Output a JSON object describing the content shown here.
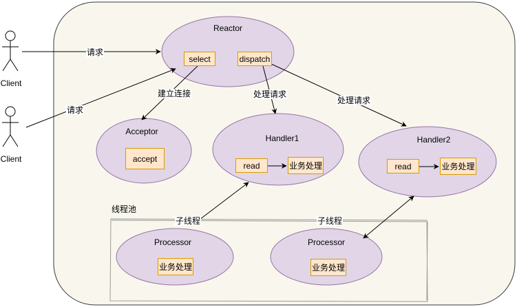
{
  "clients": [
    "Client",
    "Client"
  ],
  "edges": {
    "client1_request": "请求",
    "client2_request": "请求",
    "establish_connection": "建立连接",
    "handle_request_1": "处理请求",
    "handle_request_2": "处理请求"
  },
  "reactor": {
    "title": "Reactor",
    "select": "select",
    "dispatch": "dispatch"
  },
  "acceptor": {
    "title": "Acceptor",
    "accept": "accept"
  },
  "handler1": {
    "title": "Handler1",
    "read": "read",
    "business": "业务处理"
  },
  "handler2": {
    "title": "Handler2",
    "read": "read",
    "business": "业务处理"
  },
  "thread_pool": {
    "label": "线程池",
    "sub_thread_1": "子线程",
    "sub_thread_2": "子线程",
    "processor1": {
      "title": "Processor",
      "business": "业务处理"
    },
    "processor2": {
      "title": "Processor",
      "business": "业务处理"
    }
  },
  "colors": {
    "container_fill": "#f9f7ed",
    "ellipse_fill": "#e1d5e7",
    "ellipse_stroke": "#9673a6",
    "box_fill": "#ffe6cc",
    "box_stroke": "#d79b00"
  }
}
